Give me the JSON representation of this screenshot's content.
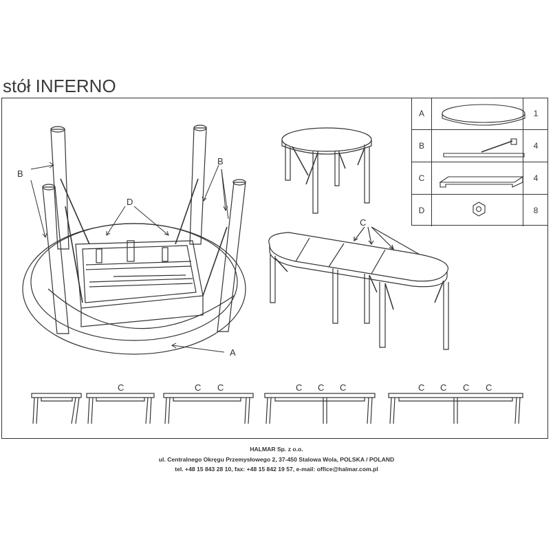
{
  "title": "stół INFERNO",
  "parts": [
    {
      "letter": "A",
      "qty": "1",
      "icon": "round-tabletop-icon"
    },
    {
      "letter": "B",
      "qty": "4",
      "icon": "leg-bracket-icon"
    },
    {
      "letter": "C",
      "qty": "4",
      "icon": "extension-leaf-icon"
    },
    {
      "letter": "D",
      "qty": "8",
      "icon": "hex-nut-icon"
    }
  ],
  "labels": {
    "b_left": "B",
    "b_right": "B",
    "d": "D",
    "a": "A",
    "c_top": "C"
  },
  "extension_labels": {
    "stage2": [
      "C"
    ],
    "stage3": [
      "C",
      "C"
    ],
    "stage4": [
      "C",
      "C",
      "C"
    ],
    "stage5": [
      "C",
      "C",
      "C",
      "C"
    ]
  },
  "footer": {
    "company": "HALMAR Sp. z o.o.",
    "address": "ul. Centralnego Okręgu Przemysłowego 2, 37-450 Stalowa Wola, POLSKA / POLAND",
    "contact": "tel. +48 15 843 28 10, fax: +48 15 842 19 57, e-mail: office@halmar.com.pl"
  }
}
